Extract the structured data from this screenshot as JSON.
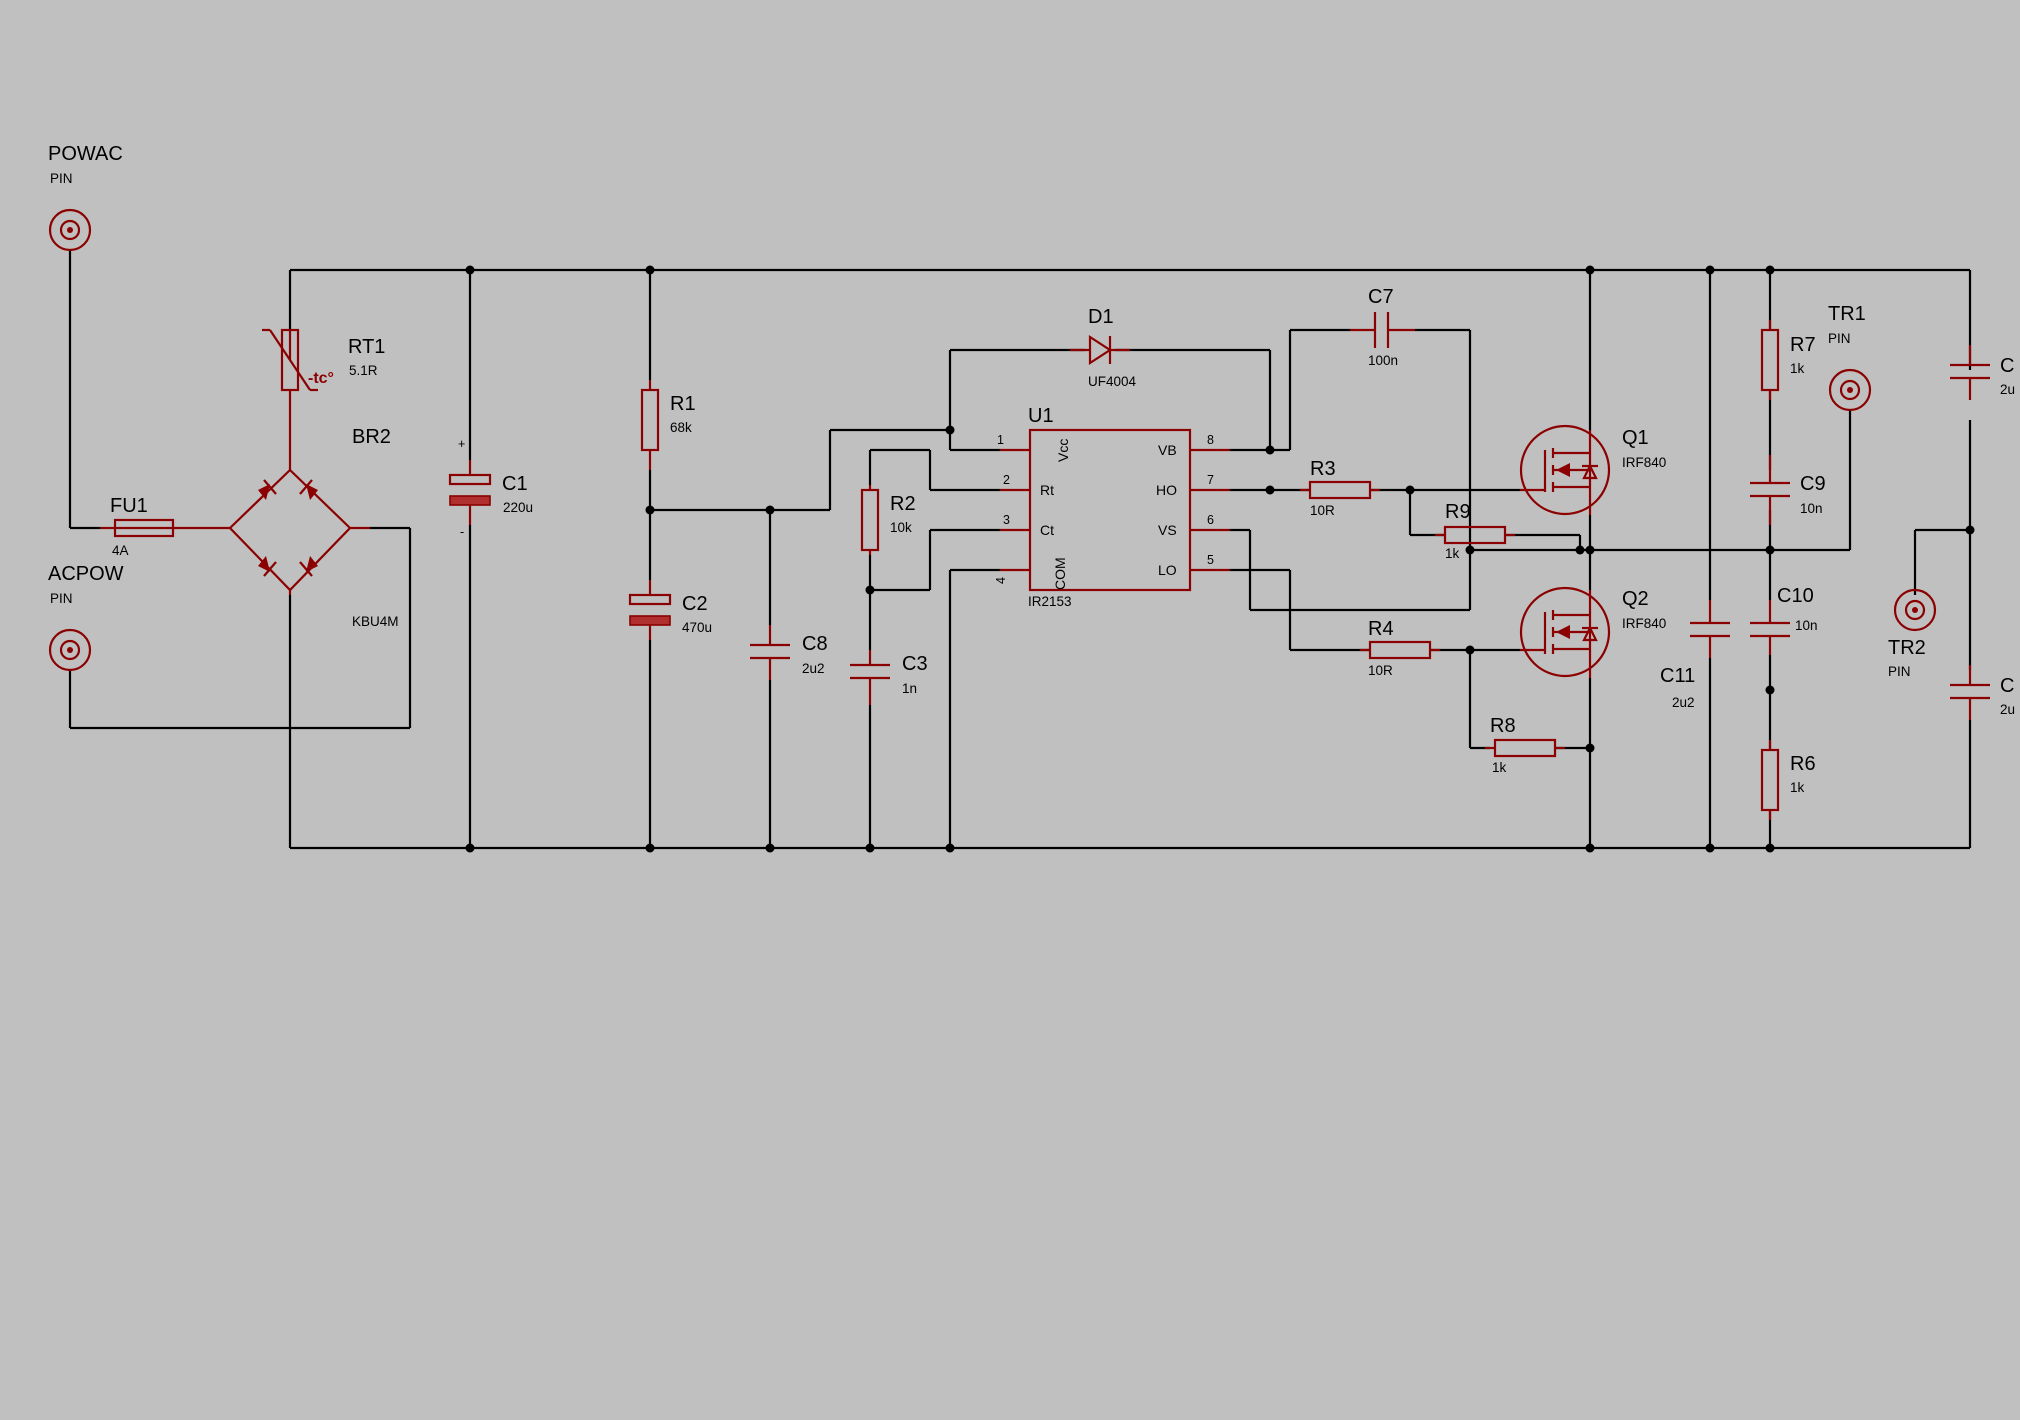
{
  "components": {
    "powac": {
      "ref": "POWAC",
      "value": "PIN"
    },
    "acpow": {
      "ref": "ACPOW",
      "value": "PIN"
    },
    "fu1": {
      "ref": "FU1",
      "value": "4A"
    },
    "rt1": {
      "ref": "RT1",
      "value": "5.1R",
      "symbol": "-tc°"
    },
    "br2": {
      "ref": "BR2",
      "value": "KBU4M"
    },
    "c1": {
      "ref": "C1",
      "value": "220u",
      "plus": "+",
      "minus": "-"
    },
    "r1": {
      "ref": "R1",
      "value": "68k"
    },
    "c2": {
      "ref": "C2",
      "value": "470u"
    },
    "c8": {
      "ref": "C8",
      "value": "2u2"
    },
    "r2": {
      "ref": "R2",
      "value": "10k"
    },
    "c3": {
      "ref": "C3",
      "value": "1n"
    },
    "d1": {
      "ref": "D1",
      "value": "UF4004"
    },
    "u1": {
      "ref": "U1",
      "value": "IR2153"
    },
    "c7": {
      "ref": "C7",
      "value": "100n"
    },
    "r3": {
      "ref": "R3",
      "value": "10R"
    },
    "r9": {
      "ref": "R9",
      "value": "1k"
    },
    "r4": {
      "ref": "R4",
      "value": "10R"
    },
    "r8": {
      "ref": "R8",
      "value": "1k"
    },
    "q1": {
      "ref": "Q1",
      "value": "IRF840"
    },
    "q2": {
      "ref": "Q2",
      "value": "IRF840"
    },
    "c11": {
      "ref": "C11",
      "value": "2u2"
    },
    "r7": {
      "ref": "R7",
      "value": "1k"
    },
    "c9": {
      "ref": "C9",
      "value": "10n"
    },
    "c10": {
      "ref": "C10",
      "value": "10n"
    },
    "r6": {
      "ref": "R6",
      "value": "1k"
    },
    "tr1": {
      "ref": "TR1",
      "value": "PIN"
    },
    "tr2": {
      "ref": "TR2",
      "value": "PIN"
    },
    "c_top": {
      "ref": "C",
      "value": "2u"
    },
    "c_bot": {
      "ref": "C",
      "value": "2u"
    }
  },
  "u1_pins": {
    "left": [
      {
        "num": "1",
        "name": "Vcc"
      },
      {
        "num": "2",
        "name": "Rt"
      },
      {
        "num": "3",
        "name": "Ct"
      },
      {
        "num": "4",
        "name": "COM"
      }
    ],
    "right": [
      {
        "num": "8",
        "name": "VB"
      },
      {
        "num": "7",
        "name": "HO"
      },
      {
        "num": "6",
        "name": "VS"
      },
      {
        "num": "5",
        "name": "LO"
      }
    ]
  },
  "colors": {
    "background": "#c0c0c0",
    "component": "#8b0000",
    "wire": "#000000"
  }
}
